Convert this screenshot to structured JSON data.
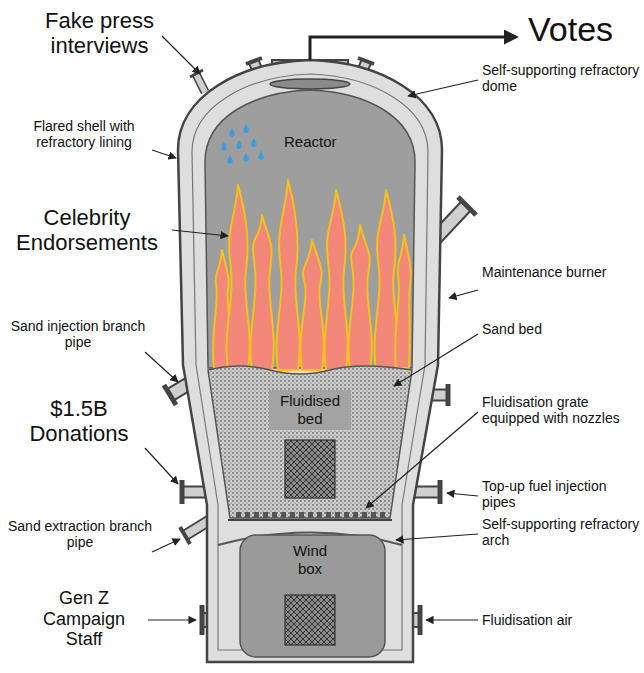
{
  "diagram": {
    "nodes": [
      {
        "text": [
          "Reactor"
        ]
      },
      {
        "text": [
          "Fluidised bed"
        ]
      },
      {
        "text": [
          "Wind box"
        ]
      }
    ],
    "labels": [
      "Fake press interviews",
      "Votes",
      "Self-supporting refractory dome",
      "Flared shell with refractory lining",
      "Celebrity Endorsements",
      "Maintenance burner",
      "Sand injection branch pipe",
      "Sand bed",
      "$1.5B Donations",
      "Fluidisation grate equipped with nozzles",
      "Top-up fuel injection pipes",
      "Sand extraction branch pipe",
      "Self-supporting refractory arch",
      "Gen Z Campaign Staff",
      "Fluidisation air"
    ]
  }
}
